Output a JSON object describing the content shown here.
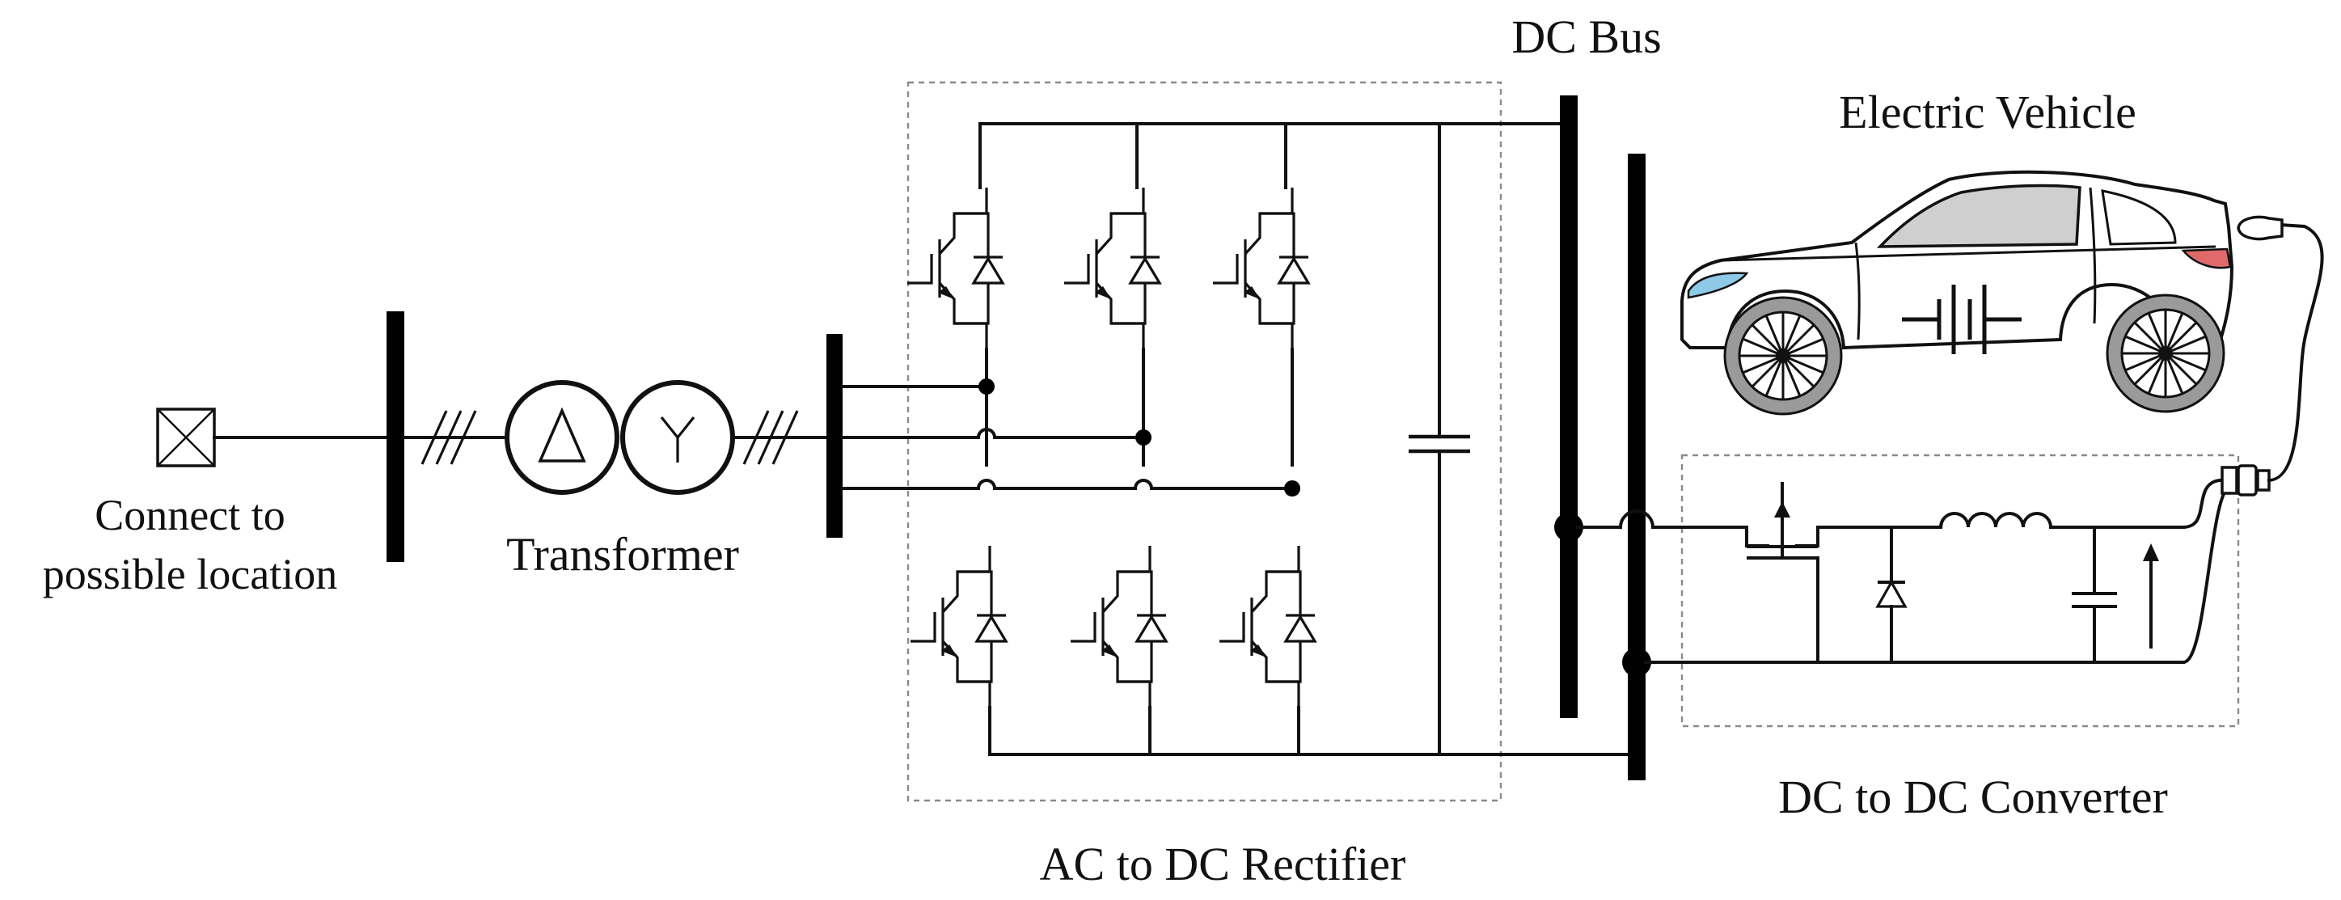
{
  "labels": {
    "connect_line1": "Connect to",
    "connect_line2": "possible location",
    "transformer": "Transformer",
    "ac_dc_rectifier": "AC to DC Rectifier",
    "dc_bus": "DC Bus",
    "electric_vehicle": "Electric Vehicle",
    "dc_dc_converter": "DC to DC Converter"
  },
  "icons": {
    "grid_connection": "crossed-box-icon",
    "transformer_primary": "delta-icon",
    "transformer_secondary": "wye-icon",
    "igbt": "igbt-with-diode-icon",
    "capacitor": "capacitor-icon",
    "mosfet": "mosfet-icon",
    "diode": "diode-icon",
    "inductor": "inductor-icon",
    "battery": "battery-icon",
    "vehicle": "car-icon",
    "plug": "plug-icon"
  },
  "colors": {
    "line": "#111111",
    "dashed_box": "#8a8a8a",
    "headlight": "#8ec9e8",
    "taillight": "#e06a6a",
    "window": "#cfcfcf",
    "wheel": "#9a9a9a"
  }
}
